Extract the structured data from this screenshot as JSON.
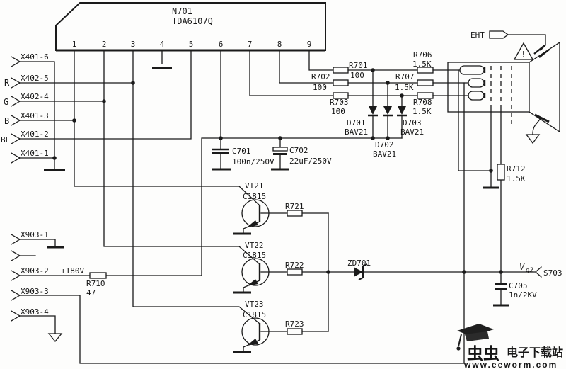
{
  "schematic": {
    "ic": {
      "ref": "N701",
      "part": "TDA6107Q",
      "pins": [
        "1",
        "2",
        "3",
        "4",
        "5",
        "6",
        "7",
        "8",
        "9"
      ]
    },
    "inputs": {
      "signals": [
        "R",
        "G",
        "B",
        "BL"
      ],
      "connectors": [
        "X401-6",
        "X402-5",
        "X402-4",
        "X401-3",
        "X401-2",
        "X401-1"
      ]
    },
    "bottom_connectors": {
      "x903_1": "X903-1",
      "x903_2": "X903-2",
      "x903_3": "X903-3",
      "x903_4": "X903-4",
      "rail_voltage": "+180V"
    },
    "resistors": {
      "r701": {
        "ref": "R701",
        "value": "100"
      },
      "r702": {
        "ref": "R702",
        "value": "100"
      },
      "r703": {
        "ref": "R703",
        "value": "100"
      },
      "r706": {
        "ref": "R706",
        "value": "1.5K"
      },
      "r707": {
        "ref": "R707",
        "value": "1.5K"
      },
      "r708": {
        "ref": "R708",
        "value": "1.5K"
      },
      "r710": {
        "ref": "R710",
        "value": "47"
      },
      "r712": {
        "ref": "R712",
        "value": "1.5K"
      },
      "r721": {
        "ref": "R721"
      },
      "r722": {
        "ref": "R722"
      },
      "r723": {
        "ref": "R723"
      }
    },
    "capacitors": {
      "c701": {
        "ref": "C701",
        "value": "100n/250V"
      },
      "c702": {
        "ref": "C702",
        "value": "22uF/250V"
      },
      "c705": {
        "ref": "C705",
        "value": "1n/2KV"
      }
    },
    "diodes": {
      "d701": {
        "ref": "D701",
        "part": "BAV21"
      },
      "d702": {
        "ref": "D702",
        "part": "BAV21"
      },
      "d703": {
        "ref": "D703",
        "part": "BAV21"
      },
      "zd701": {
        "ref": "ZD701"
      }
    },
    "transistors": {
      "vt21": {
        "ref": "VT21",
        "part": "C1815"
      },
      "vt22": {
        "ref": "VT22",
        "part": "C1815"
      },
      "vt23": {
        "ref": "VT23",
        "part": "C1815"
      }
    },
    "crt": {
      "eht_label": "EHT",
      "warning": "!",
      "vg2_v": "V",
      "vg2_sub": "g2",
      "s703": "S703"
    }
  },
  "watermark": {
    "logo": "虫虫",
    "site": "电子下载站",
    "url": "www.eeworm.com",
    "red": "#cf2b24",
    "dark": "#1c1c1c"
  }
}
